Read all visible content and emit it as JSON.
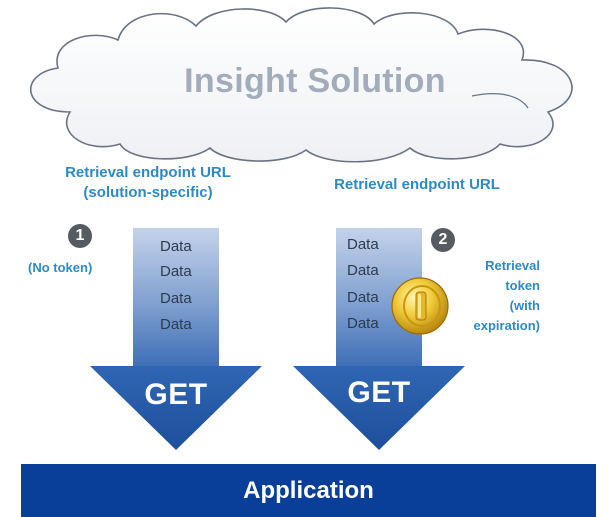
{
  "cloud": {
    "title": "Insight Solution"
  },
  "left": {
    "endpoint_label_line1": "Retrieval endpoint URL",
    "endpoint_label_line2": "(solution-specific)",
    "badge": "1",
    "token_note": "(No token)",
    "data_items": [
      "Data",
      "Data",
      "Data",
      "Data"
    ],
    "method": "GET"
  },
  "right": {
    "endpoint_label": "Retrieval endpoint URL",
    "badge": "2",
    "token_note_lines": [
      "Retrieval",
      "token",
      "(with",
      "expiration)"
    ],
    "data_items": [
      "Data",
      "Data",
      "Data",
      "Data"
    ],
    "method": "GET",
    "coin_icon": "gold-coin-icon"
  },
  "application": {
    "label": "Application"
  },
  "colors": {
    "cloud_text": "#a3acbb",
    "label_blue": "#2e8ac6",
    "arrow_blue": "#2f66b3",
    "app_bar": "#0a3f99",
    "badge": "#555b61",
    "coin": "#e3b21c"
  }
}
